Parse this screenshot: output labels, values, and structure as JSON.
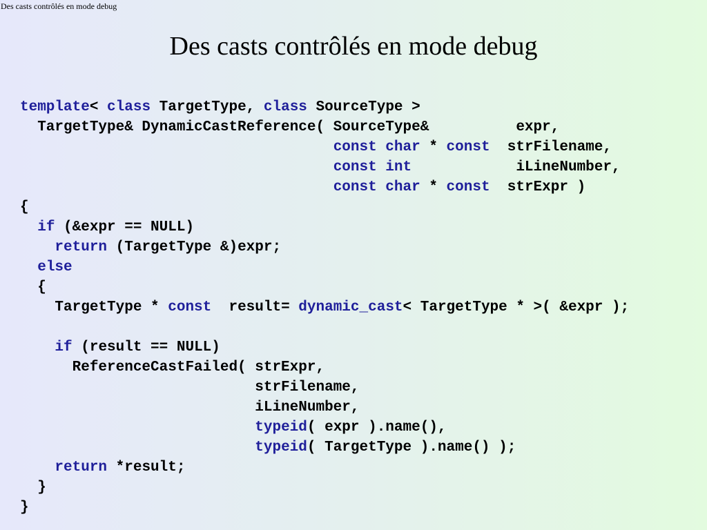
{
  "header": {
    "text": "Des casts contrôlés en mode debug"
  },
  "slide": {
    "title": "Des casts contrôlés en mode debug"
  },
  "code": {
    "lines": [
      [
        {
          "t": "template",
          "k": true
        },
        {
          "t": "< "
        },
        {
          "t": "class",
          "k": true
        },
        {
          "t": " TargetType, "
        },
        {
          "t": "class",
          "k": true
        },
        {
          "t": " SourceType >"
        }
      ],
      [
        {
          "t": "  TargetType& DynamicCastReference( SourceType&          expr,"
        }
      ],
      [
        {
          "t": "                                    "
        },
        {
          "t": "const char",
          "k": true
        },
        {
          "t": " * "
        },
        {
          "t": "const",
          "k": true
        },
        {
          "t": "  strFilename,"
        }
      ],
      [
        {
          "t": "                                    "
        },
        {
          "t": "const int",
          "k": true
        },
        {
          "t": "            iLineNumber,"
        }
      ],
      [
        {
          "t": "                                    "
        },
        {
          "t": "const char",
          "k": true
        },
        {
          "t": " * "
        },
        {
          "t": "const",
          "k": true
        },
        {
          "t": "  strExpr )"
        }
      ],
      [
        {
          "t": "{"
        }
      ],
      [
        {
          "t": "  "
        },
        {
          "t": "if",
          "k": true
        },
        {
          "t": " (&expr == NULL)"
        }
      ],
      [
        {
          "t": "    "
        },
        {
          "t": "return",
          "k": true
        },
        {
          "t": " (TargetType &)expr;"
        }
      ],
      [
        {
          "t": "  "
        },
        {
          "t": "else",
          "k": true
        }
      ],
      [
        {
          "t": "  {"
        }
      ],
      [
        {
          "t": "    TargetType * "
        },
        {
          "t": "const",
          "k": true
        },
        {
          "t": "  result= "
        },
        {
          "t": "dynamic_cast",
          "k": true
        },
        {
          "t": "< TargetType * >( &expr );"
        }
      ],
      [],
      [
        {
          "t": "    "
        },
        {
          "t": "if",
          "k": true
        },
        {
          "t": " (result == NULL)"
        }
      ],
      [
        {
          "t": "      ReferenceCastFailed( strExpr,"
        }
      ],
      [
        {
          "t": "                           strFilename,"
        }
      ],
      [
        {
          "t": "                           iLineNumber,"
        }
      ],
      [
        {
          "t": "                           "
        },
        {
          "t": "typeid",
          "k": true
        },
        {
          "t": "( expr ).name(),"
        }
      ],
      [
        {
          "t": "                           "
        },
        {
          "t": "typeid",
          "k": true
        },
        {
          "t": "( TargetType ).name() );"
        }
      ],
      [
        {
          "t": "    "
        },
        {
          "t": "return",
          "k": true
        },
        {
          "t": " *result;"
        }
      ],
      [
        {
          "t": "  }"
        }
      ],
      [
        {
          "t": "}"
        }
      ]
    ]
  }
}
